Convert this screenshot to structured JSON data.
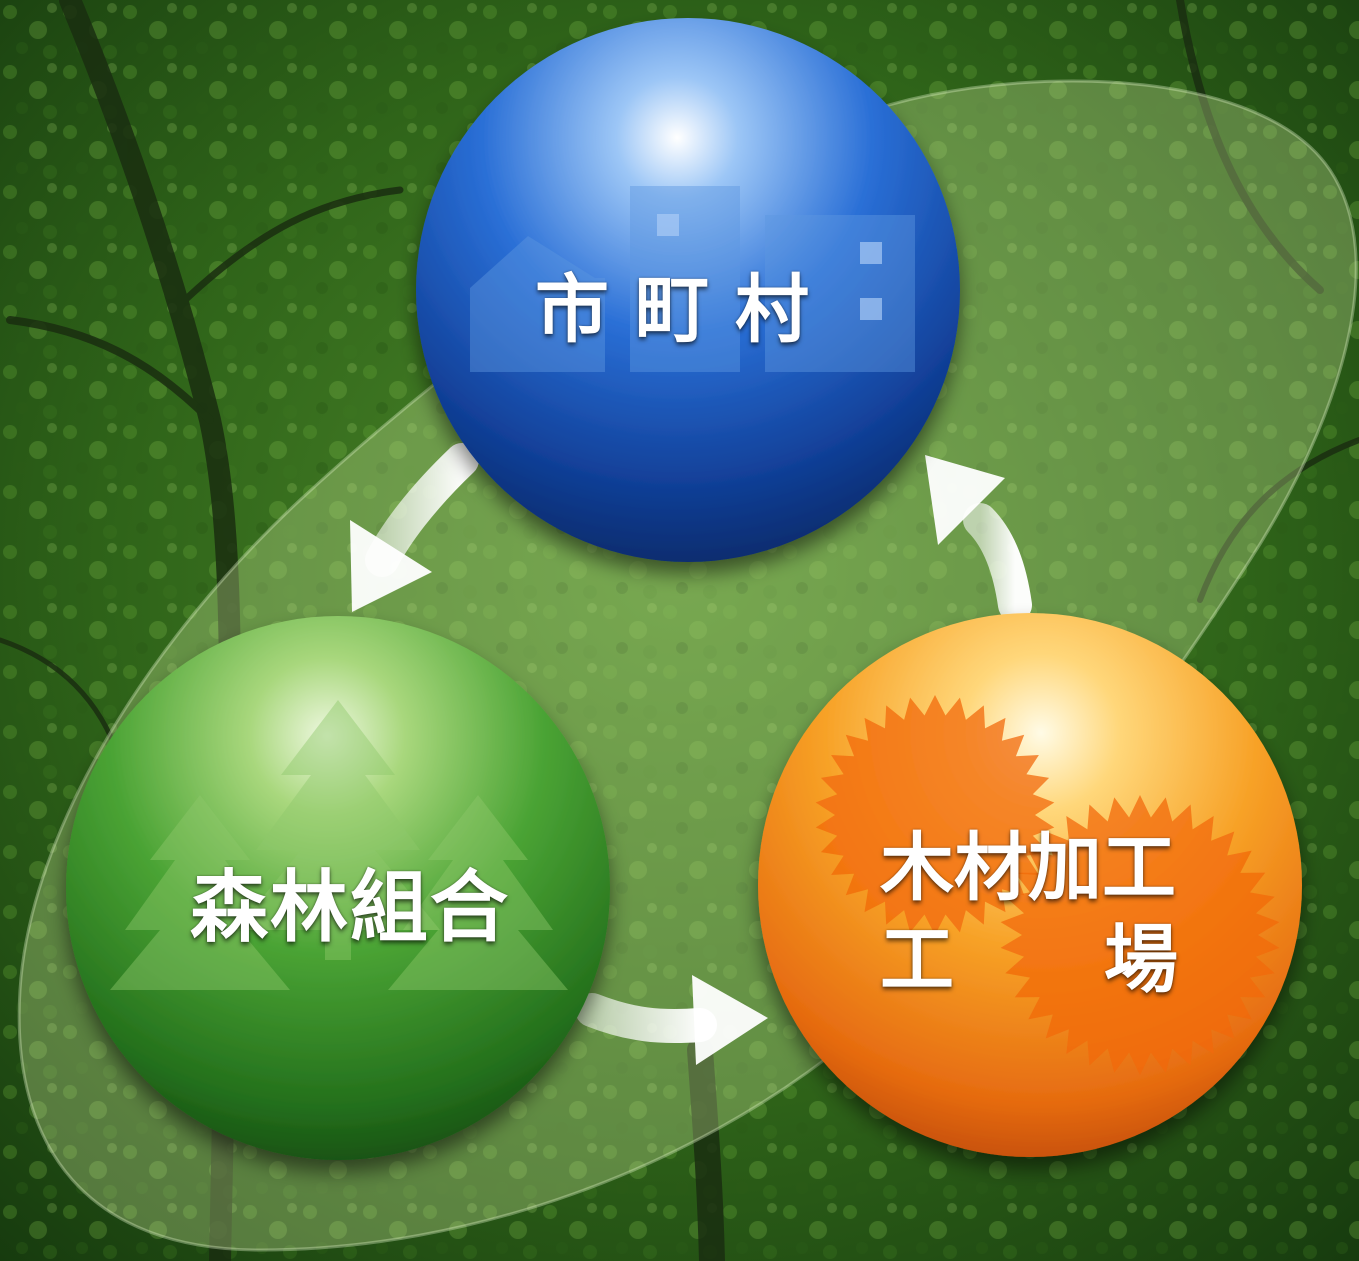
{
  "nodes": {
    "municipality": {
      "label": "市町村",
      "color": "#1e5fc8"
    },
    "forest_union": {
      "label": "森林組合",
      "color": "#3f9a2e"
    },
    "lumber_mill": {
      "label_line1": "木材加工",
      "label_line2a": "工",
      "label_line2b": "場",
      "color": "#f08a1a"
    }
  },
  "icons": {
    "municipality": "buildings-icon",
    "forest_union": "trees-icon",
    "lumber_mill": "saw-blade-icon"
  },
  "colors": {
    "forest_dark": "#1f4a14",
    "forest_mid": "#3c7a22",
    "forest_light": "#8cc05a",
    "arrow": "#ffffff"
  }
}
